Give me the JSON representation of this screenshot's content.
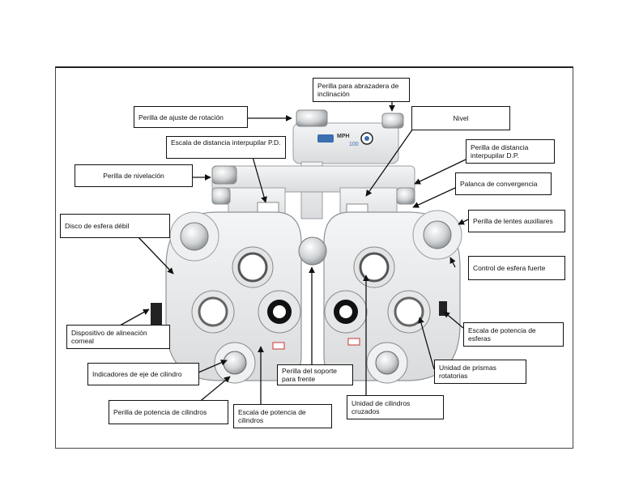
{
  "diagram": {
    "labels": {
      "inclination_knob": "Perilla para abrazadera de inclinación",
      "rotation_knob": "Perilla de ajuste de rotación",
      "level": "Nivel",
      "pd_scale": "Escala de distancia interpupilar P.D.",
      "pd_knob": "Perilla de distancia interpupilar D.P.",
      "leveling_knob": "Perilla de nivelación",
      "convergence_lever": "Palanca de convergencia",
      "weak_sphere_disc": "Disco de esfera débil",
      "aux_lens_knob": "Perilla de lentes auxiliares",
      "strong_sphere_control": "Control de esfera fuerte",
      "corneal_device": "Dispositivo de alineación corneal",
      "sphere_scale": "Escala de potencia de esferas",
      "axis_indicators": "Indicadores de eje de cilindro",
      "forehead_knob": "Perilla del soporte para frente",
      "prism_unit": "Unidad de prismas rotatorias",
      "cyl_power_knob": "Perilla de potencia de cilindros",
      "cyl_scale": "Escala de potencia de cilindros",
      "cross_cyl_unit": "Unidad de cilindros cruzados"
    },
    "device": {
      "model": "MPH",
      "model_number": "100"
    }
  }
}
